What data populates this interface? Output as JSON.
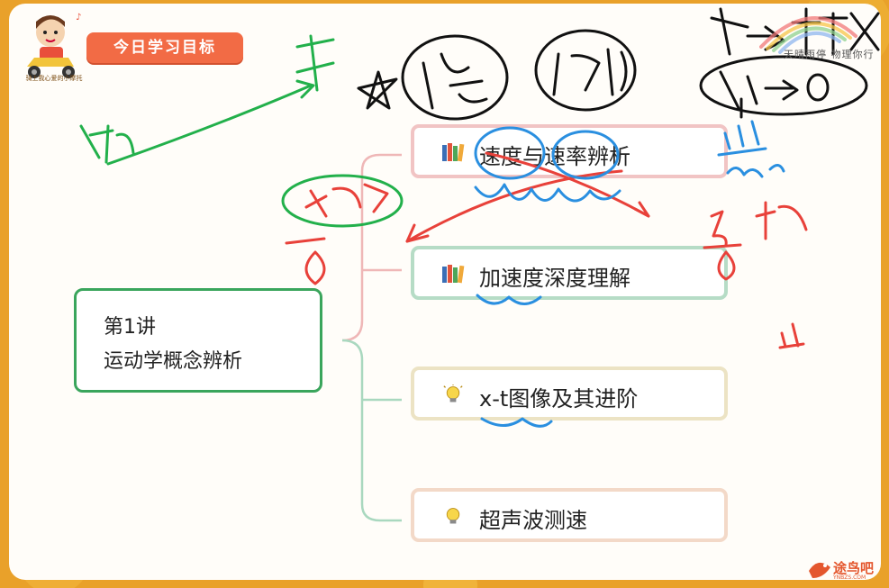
{
  "header": {
    "badge": "今日学习目标",
    "logo_caption": "骑上我心爱的小摩托"
  },
  "lecture": {
    "line1": "第1讲",
    "line2": "运动学概念辨析"
  },
  "topics": [
    {
      "label": "速度与速率辨析",
      "icon": "books-icon"
    },
    {
      "label": "加速度深度理解",
      "icon": "books-icon"
    },
    {
      "label": "x-t图像及其进阶",
      "icon": "lightbulb-icon"
    },
    {
      "label": "超声波测速",
      "icon": "lightbulb-icon"
    }
  ],
  "annotations": {
    "rainbow_caption": "天晴雨停 物理你行"
  },
  "watermark": {
    "name": "途鸟吧",
    "site": "YNBZS.COM"
  },
  "colors": {
    "frame": "#e9a12a",
    "badge": "#f26b45",
    "lecture_border": "#3aa55c",
    "ink_black": "#111111",
    "ink_green": "#22b04b",
    "ink_red": "#e8413a",
    "ink_blue": "#2a8fe0"
  }
}
